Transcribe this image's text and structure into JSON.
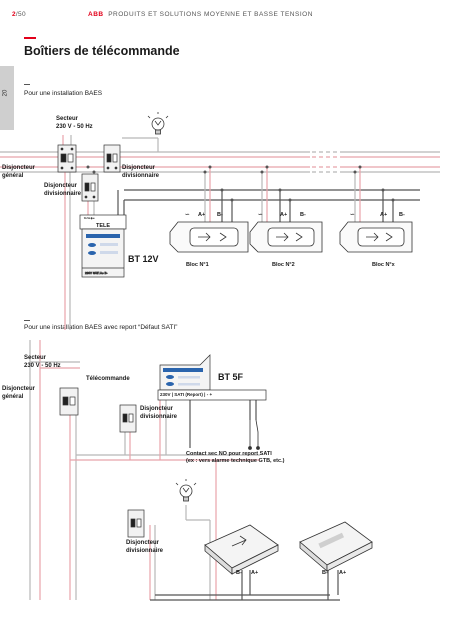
{
  "header": {
    "page_current": "2",
    "page_sep": "/",
    "page_total": "50",
    "brand": "ABB",
    "title": "PRODUITS ET SOLUTIONS MOYENNE ET BASSE TENSION"
  },
  "side_tab": {
    "number": "20"
  },
  "main": {
    "title": "Boîtiers de télécommande"
  },
  "section1": {
    "heading": "Pour une installation BAES",
    "secteur": "Secteur\n230 V - 50 Hz",
    "disj_general": "Disjoncteur\ngénéral",
    "disj_div_top": "Disjoncteur\ndivisionnaire",
    "disj_div_left": "Disjoncteur\ndivisionnaire",
    "tele_label": "TELE",
    "device_name": "BT 12V",
    "blocs": [
      "Bloc N°1",
      "Bloc N°2",
      "Bloc N°x"
    ],
    "terminals": [
      "A+",
      "B-"
    ],
    "bus_symbols": [
      "∽",
      "∽"
    ]
  },
  "section2": {
    "heading": "Pour une installation BAES avec report “Défaut SATI”",
    "secteur": "Secteur\n230 V - 50 Hz",
    "disj_general": "Disjoncteur\ngénéral",
    "telecommande": "Télécommande",
    "disj_div_mid": "Disjoncteur\ndivisionnaire",
    "device_name": "BT 5F",
    "device_strip": "230V | SATI (Report) | - +",
    "contact_note": "Contact sec NO pour report SATI\n(ex : vers alarme technique GTB, etc.)",
    "disj_div_bottom": "Disjoncteur\ndivisionnaire",
    "terminals": [
      "B-",
      "A+"
    ]
  },
  "colors": {
    "accent": "#e2001a",
    "wire_red": "#e8a3ab",
    "wire_gray": "#b8b8b8",
    "device_blue": "#2a64ad"
  }
}
